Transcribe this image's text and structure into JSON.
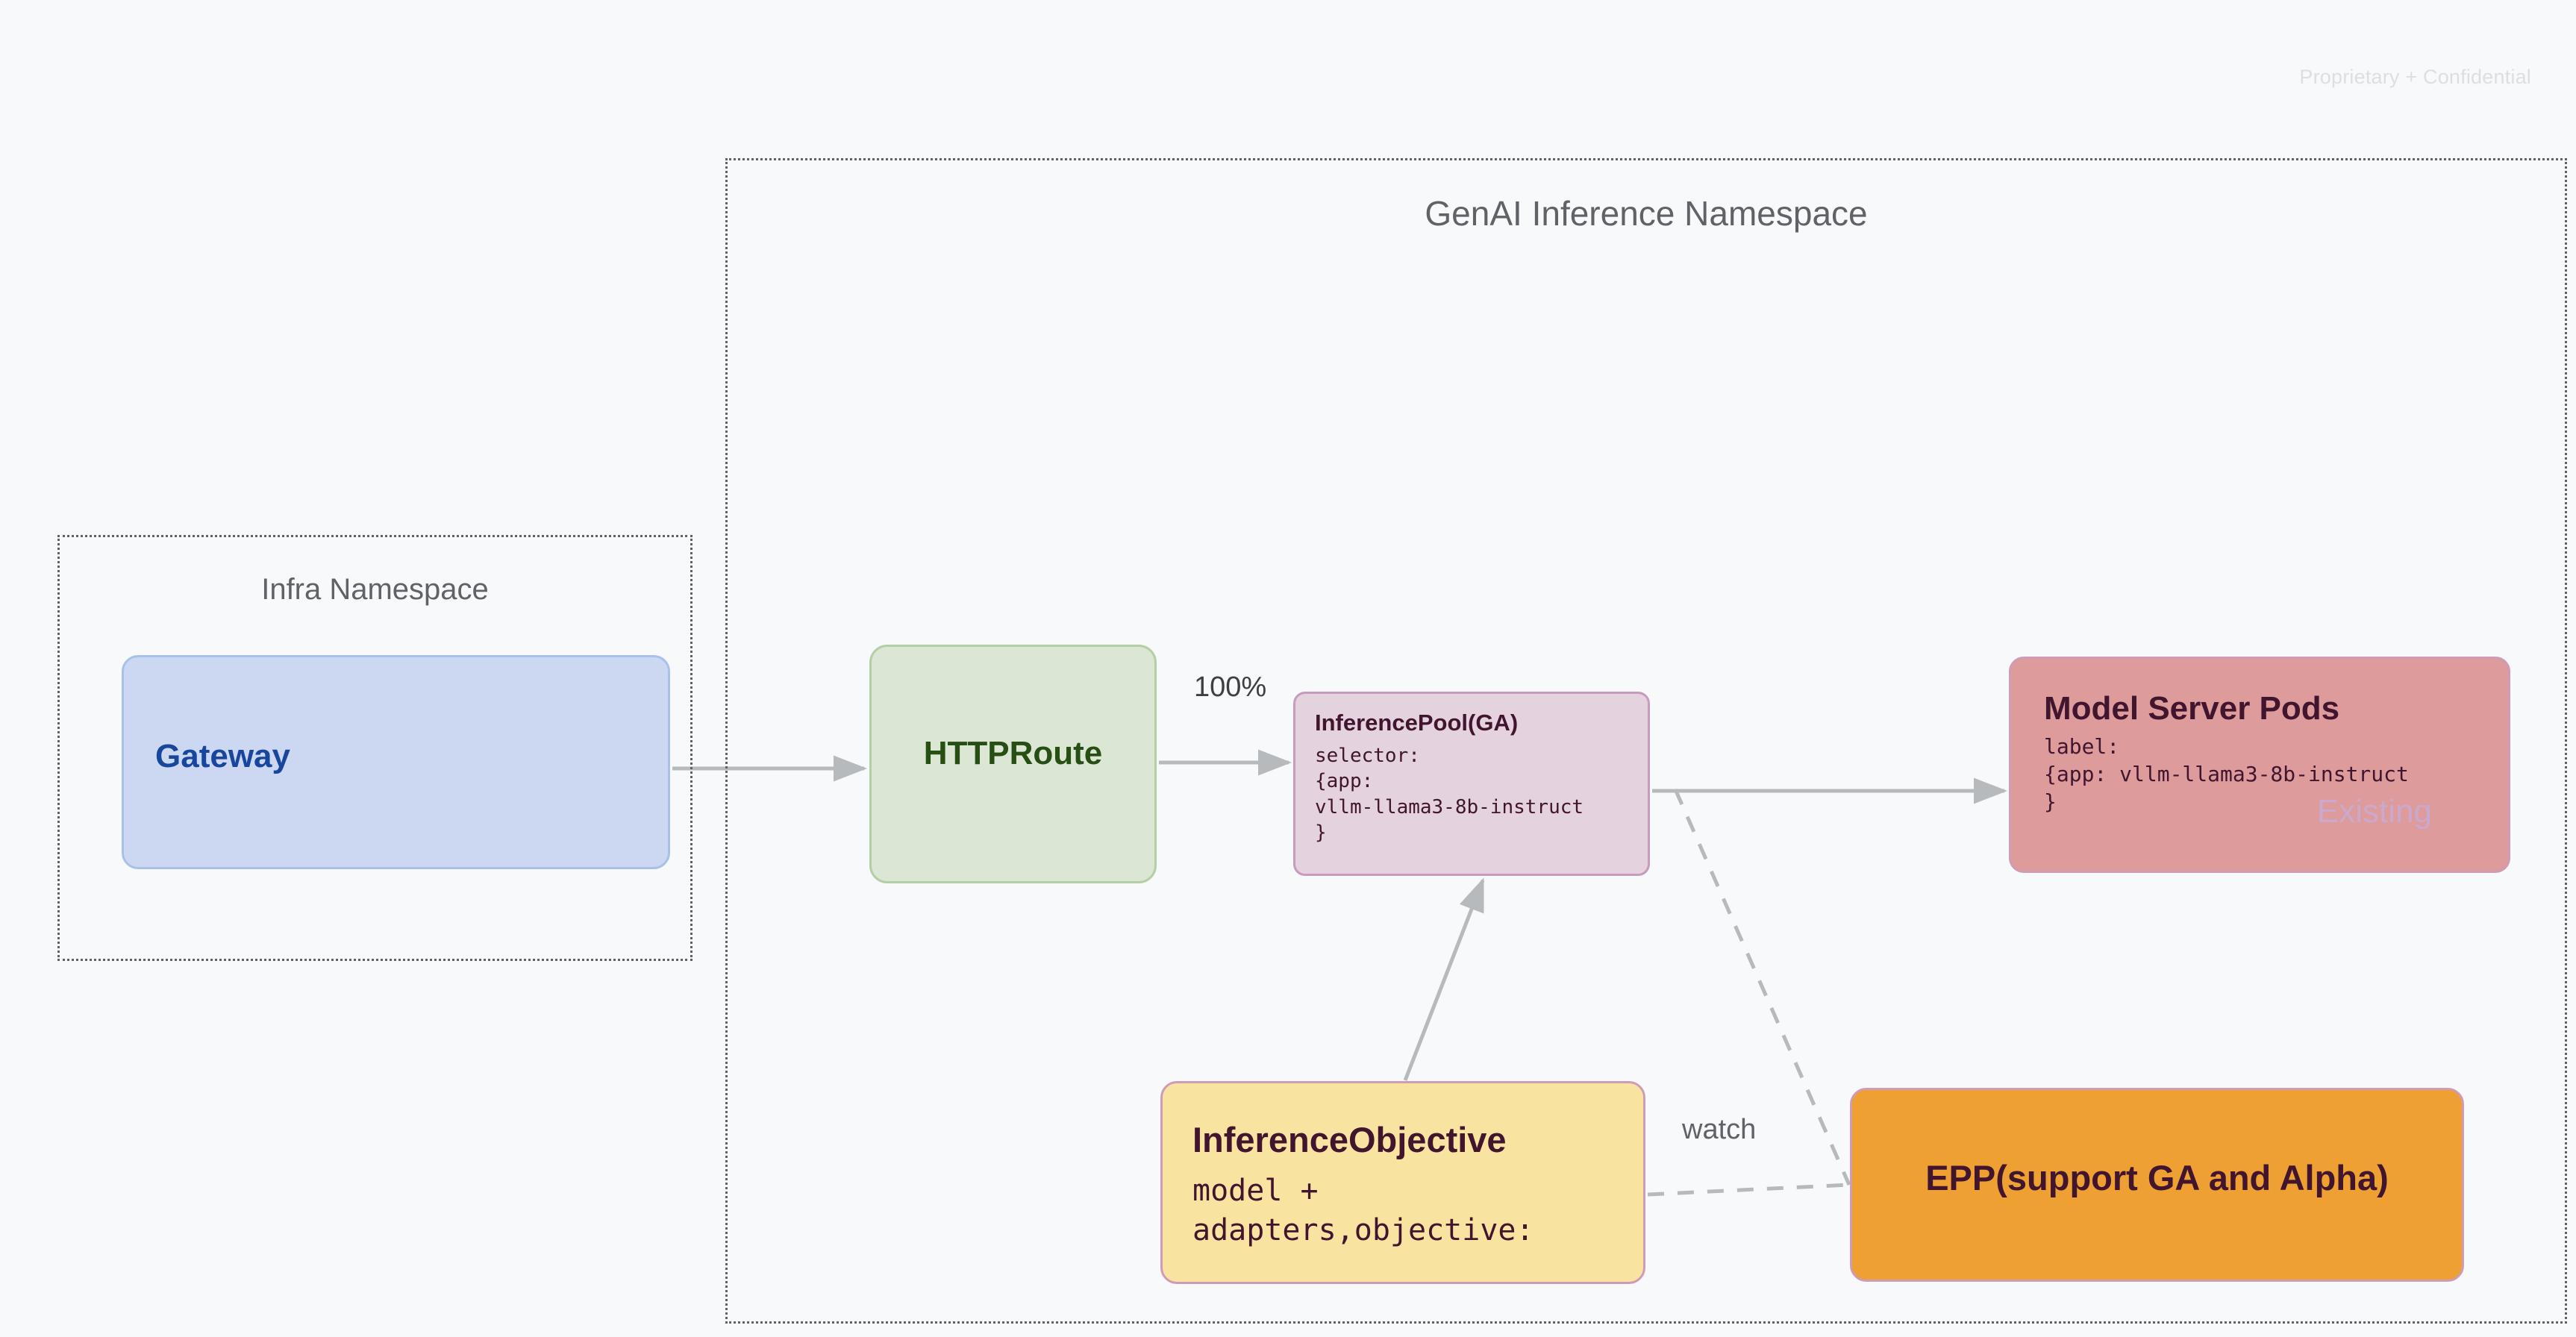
{
  "page": {
    "watermark": "Proprietary + Confidential"
  },
  "namespaces": [
    {
      "id": "genai",
      "title": "GenAI Inference Namespace"
    },
    {
      "id": "infra",
      "title": "Infra Namespace"
    }
  ],
  "nodes": {
    "gateway": {
      "title": "Gateway",
      "fill": "#ccd8f2",
      "text_color": "#19469d"
    },
    "httproute": {
      "title": "HTTPRoute",
      "fill": "#dbe7d4",
      "text_color": "#274e13"
    },
    "inferencepool": {
      "title": "InferencePool(GA)",
      "code": "selector:\n{app:\nvllm-llama3-8b-instruct\n}",
      "fill": "#e4d2df",
      "text_color": "#42152f"
    },
    "modelserverpods": {
      "title": "Model Server Pods",
      "code": "label:\n{app: vllm-llama3-8b-instruct\n}",
      "badge": "Existing",
      "fill": "#dd9b9b",
      "text_color": "#42152f",
      "badge_color": "#caa9cc"
    },
    "inferenceobjective": {
      "title": "InferenceObjective",
      "code": "model +\nadapters,objective:",
      "fill": "#f9e3a0",
      "text_color": "#42152f"
    },
    "epp": {
      "title": "EPP(support GA and Alpha)",
      "fill": "#eea033",
      "text_color": "#42152f"
    }
  },
  "edges": [
    {
      "id": "gateway-to-httproute",
      "label": "",
      "style": "solid"
    },
    {
      "id": "httproute-to-inferencepool",
      "label": "100%",
      "style": "solid"
    },
    {
      "id": "inferencepool-to-modelserverpods",
      "label": "",
      "style": "solid"
    },
    {
      "id": "inferenceobjective-to-inferencepool",
      "label": "",
      "style": "solid"
    },
    {
      "id": "inferencepool-to-epp",
      "label": "",
      "style": "dashed"
    },
    {
      "id": "inferenceobjective-to-epp",
      "label": "watch",
      "style": "dashed"
    }
  ],
  "colors": {
    "background": "#f7f9fa",
    "connector": "#b7babd",
    "namespace_border": "#5f6368",
    "watermark": "#dcdfe2"
  }
}
